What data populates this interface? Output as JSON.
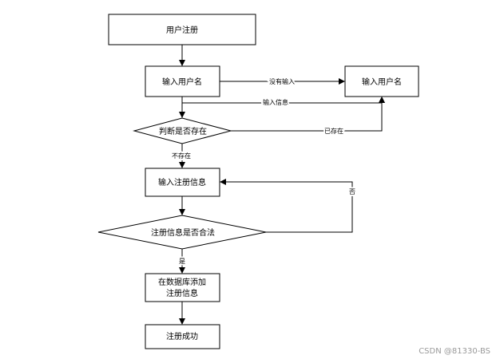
{
  "nodes": {
    "register": "用户注册",
    "input_username": "输入用户名",
    "input_username_right": "输入用户名",
    "check_exists": "判断是否存在",
    "input_register_info": "输入注册信息",
    "check_valid": "注册信息是否合法",
    "db_add_line1": "在数据库添加",
    "db_add_line2": "注册信息",
    "success": "注册成功"
  },
  "edges": {
    "no_input": "没有输入",
    "input_info": "输入信息",
    "already_exists": "已存在",
    "not_exists": "不存在",
    "no": "否",
    "yes": "是"
  },
  "watermark": "CSDN @81330-BS"
}
